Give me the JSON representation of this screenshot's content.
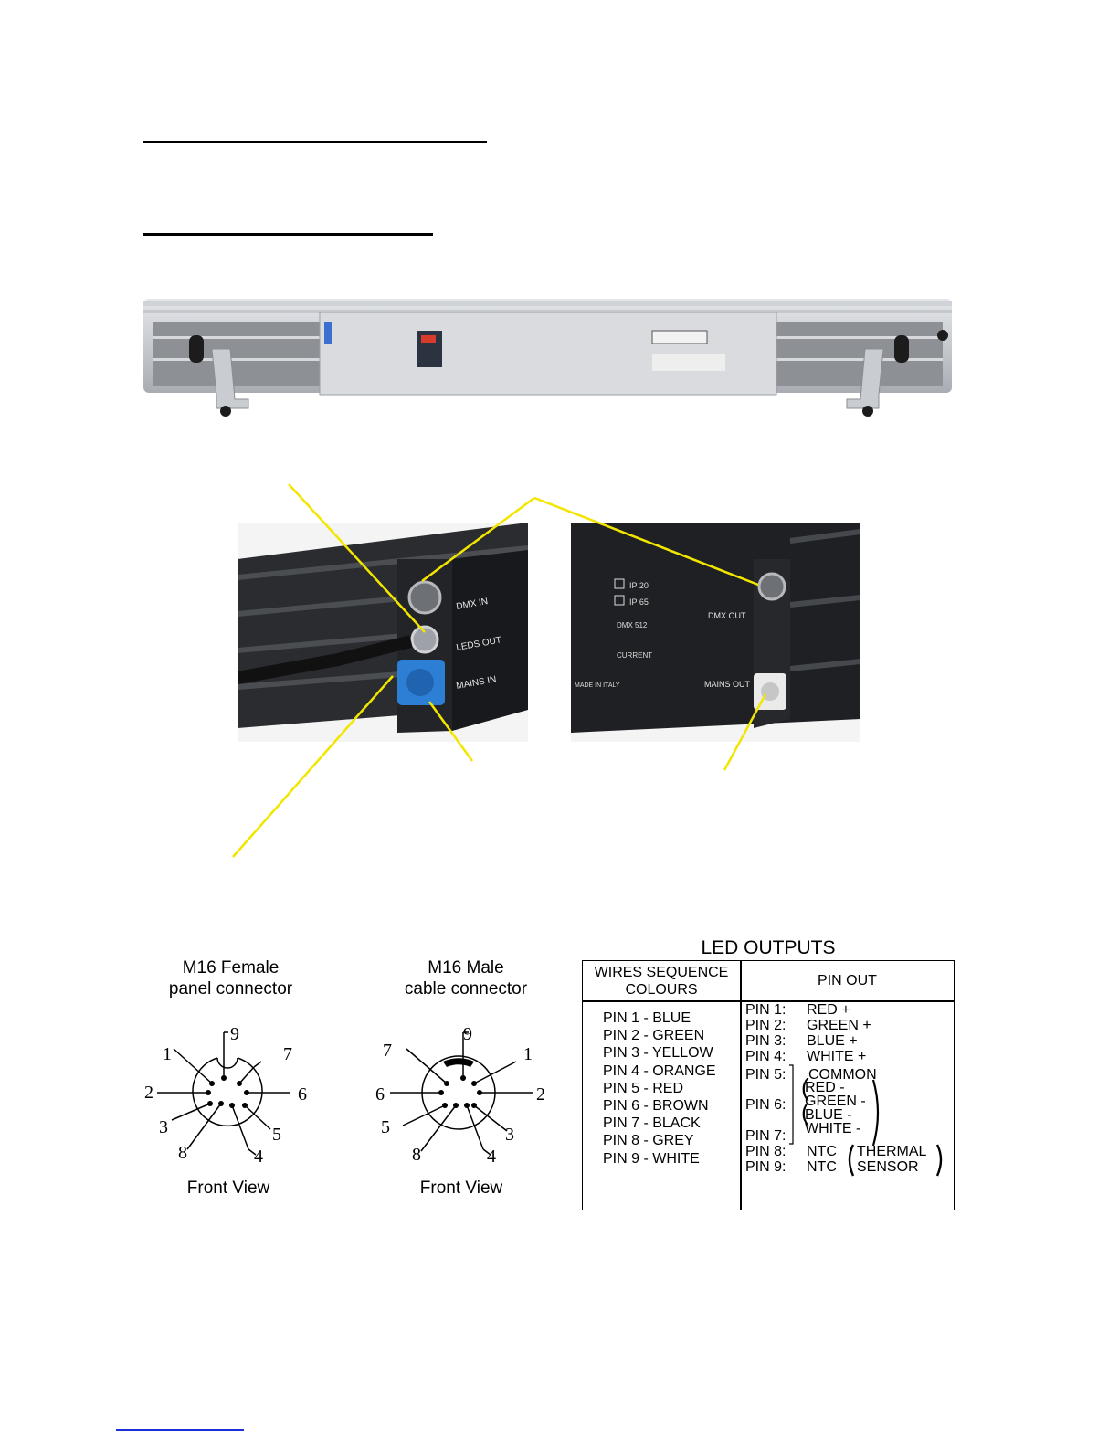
{
  "photo_labels": {
    "left_panel": [
      "DMX IN",
      "LEDS OUT",
      "MAINS IN"
    ],
    "right_panel": [
      "IP 20",
      "IP 65",
      "DMX 512",
      "CURRENT",
      "DMX OUT",
      "MAINS OUT",
      "MADE IN ITALY"
    ]
  },
  "connectors": [
    {
      "title_line1": "M16 Female",
      "title_line2": "panel connector",
      "view": "Front View",
      "pins": [
        "1",
        "2",
        "3",
        "4",
        "5",
        "6",
        "7",
        "8",
        "9"
      ]
    },
    {
      "title_line1": "M16 Male",
      "title_line2": "cable connector",
      "view": "Front View",
      "pins": [
        "1",
        "2",
        "3",
        "4",
        "5",
        "6",
        "7",
        "8",
        "9"
      ]
    }
  ],
  "led_outputs": {
    "title": "LED OUTPUTS",
    "header_wires_line1": "WIRES SEQUENCE",
    "header_wires_line2": "COLOURS",
    "header_pinout": "PIN OUT",
    "wires": [
      "PIN 1 - BLUE",
      "PIN 2 - GREEN",
      "PIN 3 - YELLOW",
      "PIN 4 - ORANGE",
      "PIN 5 - RED",
      "PIN 6 - BROWN",
      "PIN 7 - BLACK",
      "PIN 8 - GREY",
      "PIN 9 - WHITE"
    ],
    "pinout": {
      "p1": "PIN 1:",
      "p1v": "RED +",
      "p2": "PIN 2:",
      "p2v": "GREEN +",
      "p3": "PIN 3:",
      "p3v": "BLUE +",
      "p4": "PIN 4:",
      "p4v": "WHITE +",
      "p5": "PIN 5:",
      "p5v": "COMMON",
      "p6": "PIN 6:",
      "p7": "PIN 7:",
      "minus": [
        "RED -",
        "GREEN -",
        "BLUE -",
        "WHITE -"
      ],
      "p8": "PIN 8:",
      "p8v": "NTC",
      "p9": "PIN 9:",
      "p9v": "NTC",
      "sensor1": "THERMAL",
      "sensor2": "SENSOR"
    }
  }
}
